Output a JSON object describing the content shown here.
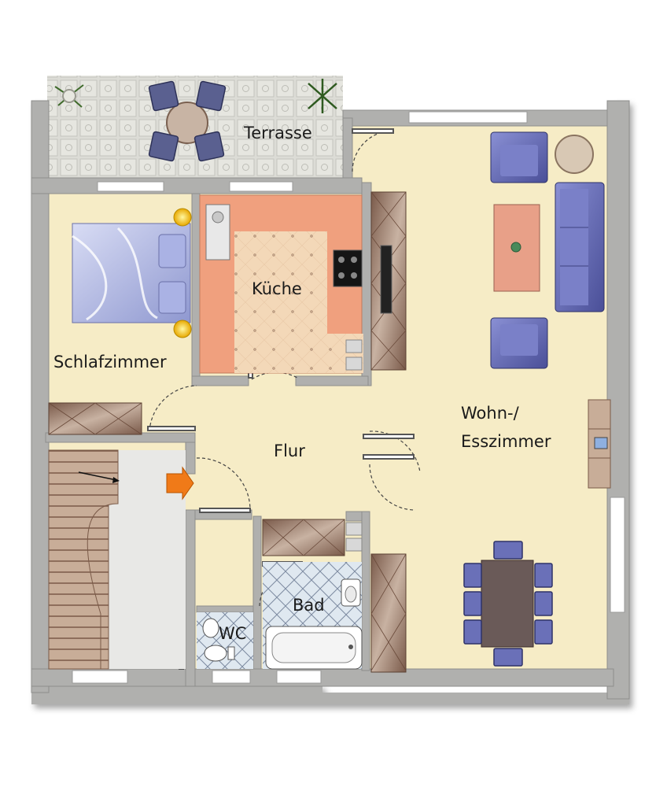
{
  "rooms": {
    "terrasse": "Terrasse",
    "kueche": "Küche",
    "schlafzimmer": "Schlafzimmer",
    "flur": "Flur",
    "wohn_line1": "Wohn-/",
    "wohn_line2": "Esszimmer",
    "bad": "Bad",
    "wc": "WC"
  },
  "colors": {
    "floor": "#f6ecc6",
    "wall": "#b0b0ae",
    "kitchen_counter": "#f0a07e",
    "kitchen_floor": "#f3d8b8",
    "terrace_tile": "#dcdcd6",
    "bath_tile": "#dfe8f0",
    "furniture_blue": "#6a70b8",
    "cabinet_brown": "#9a7a66",
    "entry_arrow": "#f07a18",
    "stair_floor": "#e8e8e6"
  },
  "icons": {
    "entry": "entry-arrow-icon"
  }
}
